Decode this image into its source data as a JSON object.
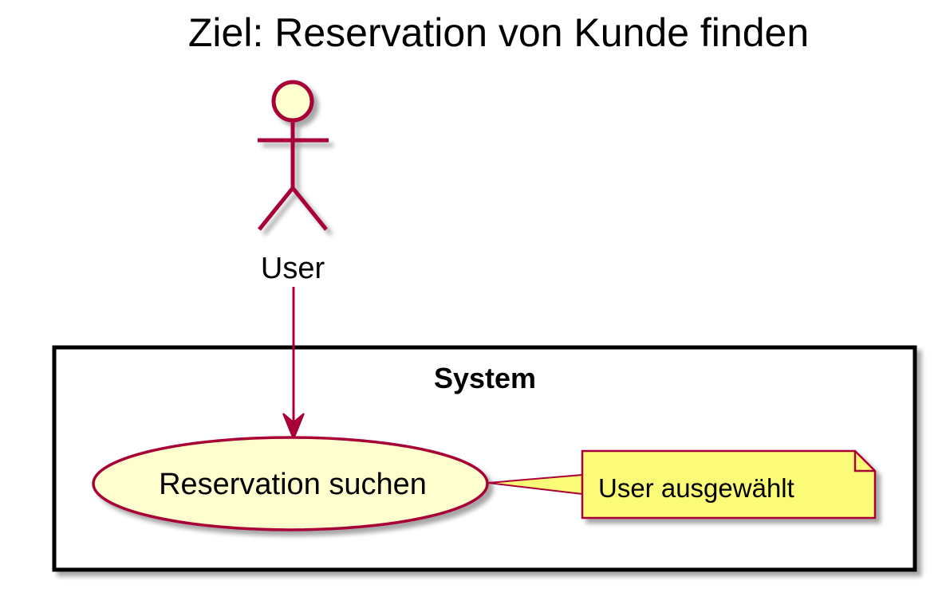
{
  "diagram": {
    "title": "Ziel: Reservation von Kunde finden",
    "actor": {
      "label": "User",
      "icon": "stick-figure-icon"
    },
    "system": {
      "label": "System"
    },
    "usecase": {
      "label": "Reservation suchen"
    },
    "note": {
      "text": "User ausgewählt"
    },
    "colors": {
      "stroke": "#A80036",
      "actor_fill": "#FEFECE",
      "usecase_fill": "#FEFECE",
      "note_fill": "#FBFB77",
      "shadow": "#C8C8C8",
      "frame": "#000000"
    }
  }
}
